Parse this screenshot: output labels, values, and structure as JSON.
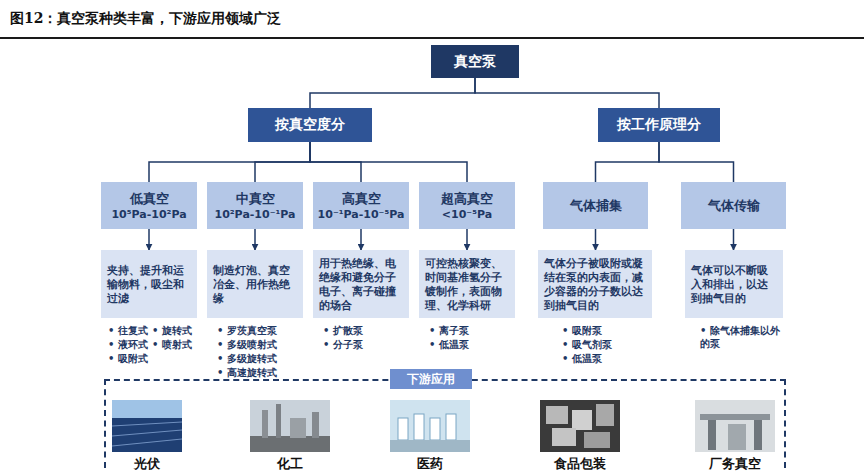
{
  "diagram": {
    "title": "图12：真空泵种类丰富，下游应用领域广泛",
    "nodes": [
      {
        "text": [
          "真空泵"
        ]
      },
      {
        "text": [
          "按真空度分"
        ]
      },
      {
        "text": [
          "按工作原理分"
        ]
      },
      {
        "text": [
          "低真空",
          "10⁵Pa-10²Pa"
        ]
      },
      {
        "text": [
          "中真空",
          "10²Pa-10⁻¹Pa"
        ]
      },
      {
        "text": [
          "高真空",
          "10⁻¹Pa-10⁻⁵Pa"
        ]
      },
      {
        "text": [
          "超高真空",
          "<10⁻⁵Pa"
        ]
      },
      {
        "text": [
          "气体捕集"
        ]
      },
      {
        "text": [
          "气体传输"
        ]
      },
      {
        "text": [
          "夹持、提升和运输物料，吸尘和过滤"
        ]
      },
      {
        "text": [
          "制造灯泡、真空冶金、用作热绝缘"
        ]
      },
      {
        "text": [
          "用于热绝缘、电绝缘和避免分子电子、离子碰撞的场合"
        ]
      },
      {
        "text": [
          "可控热核聚变、时间基准氢分子镀制作，表面物理、化学科研"
        ]
      },
      {
        "text": [
          "气体分子被吸附或凝结在泵的内表面，减少容器的分子数以达到抽气目的"
        ]
      },
      {
        "text": [
          "气体可以不断吸入和排出，以达到抽气目的"
        ]
      },
      {
        "text": [
          "下游应用"
        ]
      },
      {
        "text": [
          "光伏"
        ],
        "in": 15
      },
      {
        "text": [
          "化工"
        ],
        "in": 15
      },
      {
        "text": [
          "医药"
        ],
        "in": 15
      },
      {
        "text": [
          "食品包装"
        ],
        "in": 15
      },
      {
        "text": [
          "厂务真空"
        ],
        "in": 15
      }
    ],
    "edges": [
      {
        "from": 0,
        "to": 1,
        "arrow": "none"
      },
      {
        "from": 0,
        "to": 2,
        "arrow": "none"
      },
      {
        "from": 1,
        "to": 3,
        "arrow": "none"
      },
      {
        "from": 1,
        "to": 4,
        "arrow": "none"
      },
      {
        "from": 1,
        "to": 5,
        "arrow": "none"
      },
      {
        "from": 1,
        "to": 6,
        "arrow": "none"
      },
      {
        "from": 2,
        "to": 7,
        "arrow": "none"
      },
      {
        "from": 2,
        "to": 8,
        "arrow": "none"
      },
      {
        "from": 3,
        "to": 9,
        "arrow": "to"
      },
      {
        "from": 4,
        "to": 10,
        "arrow": "to"
      },
      {
        "from": 5,
        "to": 11,
        "arrow": "to"
      },
      {
        "from": 6,
        "to": 12,
        "arrow": "to"
      },
      {
        "from": 7,
        "to": 13,
        "arrow": "to"
      },
      {
        "from": 8,
        "to": 14,
        "arrow": "to"
      }
    ],
    "labels": [
      "• 往复式",
      "• 旋转式",
      "• 液环式",
      "• 喷射式",
      "• 吸附式",
      "• 罗茨真空泵",
      "• 多级喷射式",
      "• 多级旋转式",
      "• 高速旋转式",
      "• 扩散泵",
      "• 分子泵",
      "• 离子泵",
      "• 低温泵",
      "• 吸附泵",
      "• 吸气剂泵",
      "• 低温泵",
      "• 除气体捕集以外的泵"
    ]
  }
}
